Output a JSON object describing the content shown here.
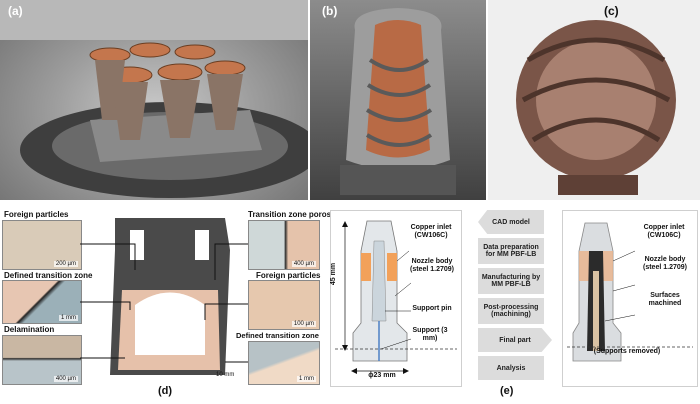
{
  "panels": {
    "a": "(a)",
    "b": "(b)",
    "c": "(c)",
    "d": "(d)",
    "e": "(e)"
  },
  "panel_d": {
    "foreign_particles_left": "Foreign particles",
    "defined_transition_left": "Defined transition zone",
    "delamination": "Delamination",
    "transition_porosity": "Transition zone porosity",
    "foreign_particles_right": "Foreign particles",
    "defined_transition_right": "Defined transition zone",
    "scale_200": "200 µm",
    "scale_1mm_left": "1 mm",
    "scale_400_left": "400 µm",
    "scale_400_right": "400 µm",
    "scale_100": "100 µm",
    "scale_1mm_right": "1 mm",
    "scale_10mm": "10 mm"
  },
  "panel_e": {
    "copper_inlet": "Copper inlet (CW106C)",
    "nozzle_body": "Nozzle body (steel 1.2709)",
    "support_pin": "Support pin",
    "support": "Support (3 mm)",
    "height": "45 mm",
    "diameter": "ϕ23 mm",
    "flow": [
      "CAD model",
      "Data preparation for MM PBF-LB",
      "Manufacturing by MM PBF-LB",
      "Post-processing (machining)",
      "Final part",
      "Analysis"
    ],
    "copper_inlet_right": "Copper inlet (CW106C)",
    "nozzle_body_right": "Nozzle body (steel 1.2709)",
    "surfaces_machined": "Surfaces machined",
    "supports_removed": "(Supports removed)"
  }
}
